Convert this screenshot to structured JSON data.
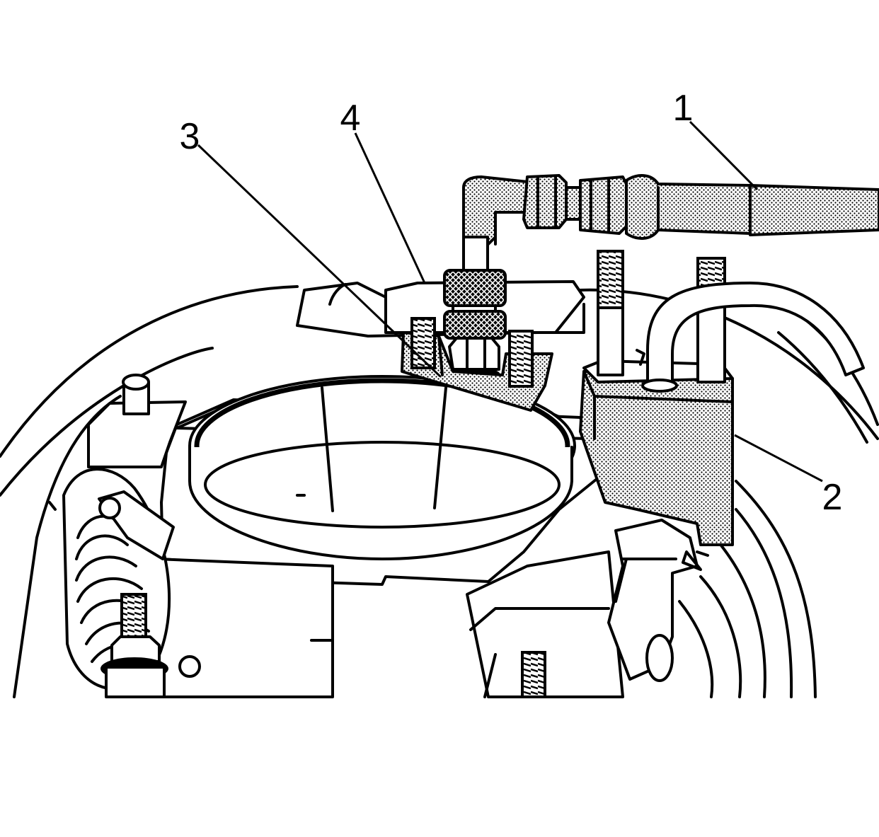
{
  "callouts": [
    {
      "id": "1",
      "label": "1"
    },
    {
      "id": "2",
      "label": "2"
    },
    {
      "id": "3",
      "label": "3"
    },
    {
      "id": "4",
      "label": "4"
    }
  ],
  "colors": {
    "line": "#000000",
    "background": "#ffffff",
    "hatch": "#000000"
  }
}
